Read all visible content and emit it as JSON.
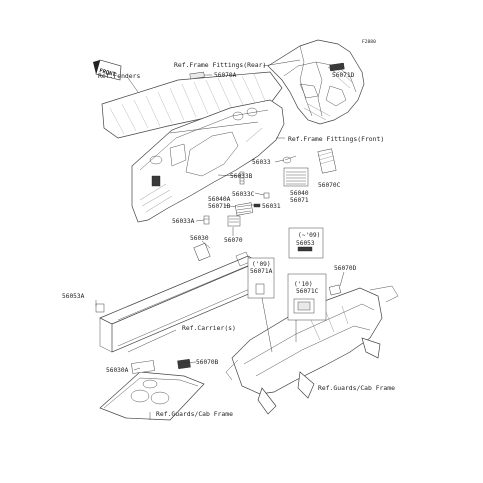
{
  "diagram_code": "F2880",
  "front_marker": "FRONT",
  "references": {
    "fenders": "Ref.Fenders",
    "frame_fittings_rear": "Ref.Frame Fittings(Rear)",
    "frame_fittings_front": "Ref.Frame Fittings(Front)",
    "carrier": "Ref.Carrier(s)",
    "guards_cab_frame_right": "Ref.Guards/Cab Frame",
    "guards_cab_frame_bottom": "Ref.Guards/Cab Frame"
  },
  "parts": {
    "p56070A": "56070A",
    "p56071D": "56071D",
    "p56033": "56033",
    "p56033B": "56033B",
    "p56033C": "56033C",
    "p56040": "56040",
    "p56071": "56071",
    "p56070C": "56070C",
    "p56040A": "56040A",
    "p56071B": "56071B",
    "p56031": "56031",
    "p56033A": "56033A",
    "p56070": "56070",
    "p56030": "56030",
    "p56053": "56053",
    "p56070D": "56070D",
    "p56071A": "56071A",
    "p56071C": "56071C",
    "p56053A": "56053A",
    "p56030A": "56030A",
    "p56070B": "56070B"
  },
  "year_notes": {
    "y09_left": "('09)",
    "y09_right": "(~'09)",
    "y10": "('10)"
  }
}
